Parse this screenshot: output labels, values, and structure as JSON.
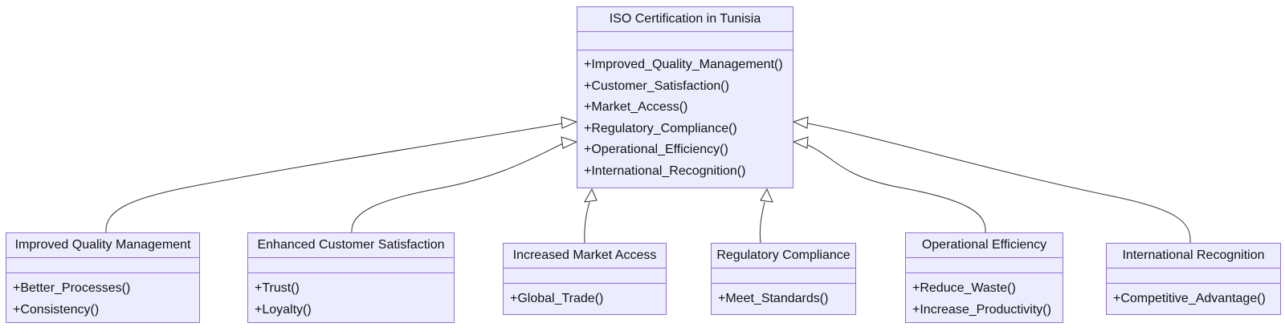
{
  "diagram_type": "uml-class-diagram",
  "colors": {
    "box_fill": "#ECECFF",
    "box_border": "#9370DB",
    "edge_line": "#333333",
    "arrowhead_fill": "#FFFFFF",
    "text": "#131313",
    "background": "#FFFFFF"
  },
  "main_class": {
    "name": "ISO Certification in Tunisia",
    "attributes": [],
    "methods": [
      "+Improved_Quality_Management()",
      "+Customer_Satisfaction()",
      "+Market_Access()",
      "+Regulatory_Compliance()",
      "+Operational_Efficiency()",
      "+International_Recognition()"
    ]
  },
  "child_classes": [
    {
      "name": "Improved Quality Management",
      "attributes": [],
      "methods": [
        "+Better_Processes()",
        "+Consistency()"
      ]
    },
    {
      "name": "Enhanced Customer Satisfaction",
      "attributes": [],
      "methods": [
        "+Trust()",
        "+Loyalty()"
      ]
    },
    {
      "name": "Increased Market Access",
      "attributes": [],
      "methods": [
        "+Global_Trade()"
      ]
    },
    {
      "name": "Regulatory Compliance",
      "attributes": [],
      "methods": [
        "+Meet_Standards()"
      ]
    },
    {
      "name": "Operational Efficiency",
      "attributes": [],
      "methods": [
        "+Reduce_Waste()",
        "+Increase_Productivity()"
      ]
    },
    {
      "name": "International Recognition",
      "attributes": [],
      "methods": [
        "+Competitive_Advantage()"
      ]
    }
  ],
  "relationships": [
    {
      "from": "Improved Quality Management",
      "to": "ISO Certification in Tunisia",
      "type": "inheritance"
    },
    {
      "from": "Enhanced Customer Satisfaction",
      "to": "ISO Certification in Tunisia",
      "type": "inheritance"
    },
    {
      "from": "Increased Market Access",
      "to": "ISO Certification in Tunisia",
      "type": "inheritance"
    },
    {
      "from": "Regulatory Compliance",
      "to": "ISO Certification in Tunisia",
      "type": "inheritance"
    },
    {
      "from": "Operational Efficiency",
      "to": "ISO Certification in Tunisia",
      "type": "inheritance"
    },
    {
      "from": "International Recognition",
      "to": "ISO Certification in Tunisia",
      "type": "inheritance"
    }
  ]
}
